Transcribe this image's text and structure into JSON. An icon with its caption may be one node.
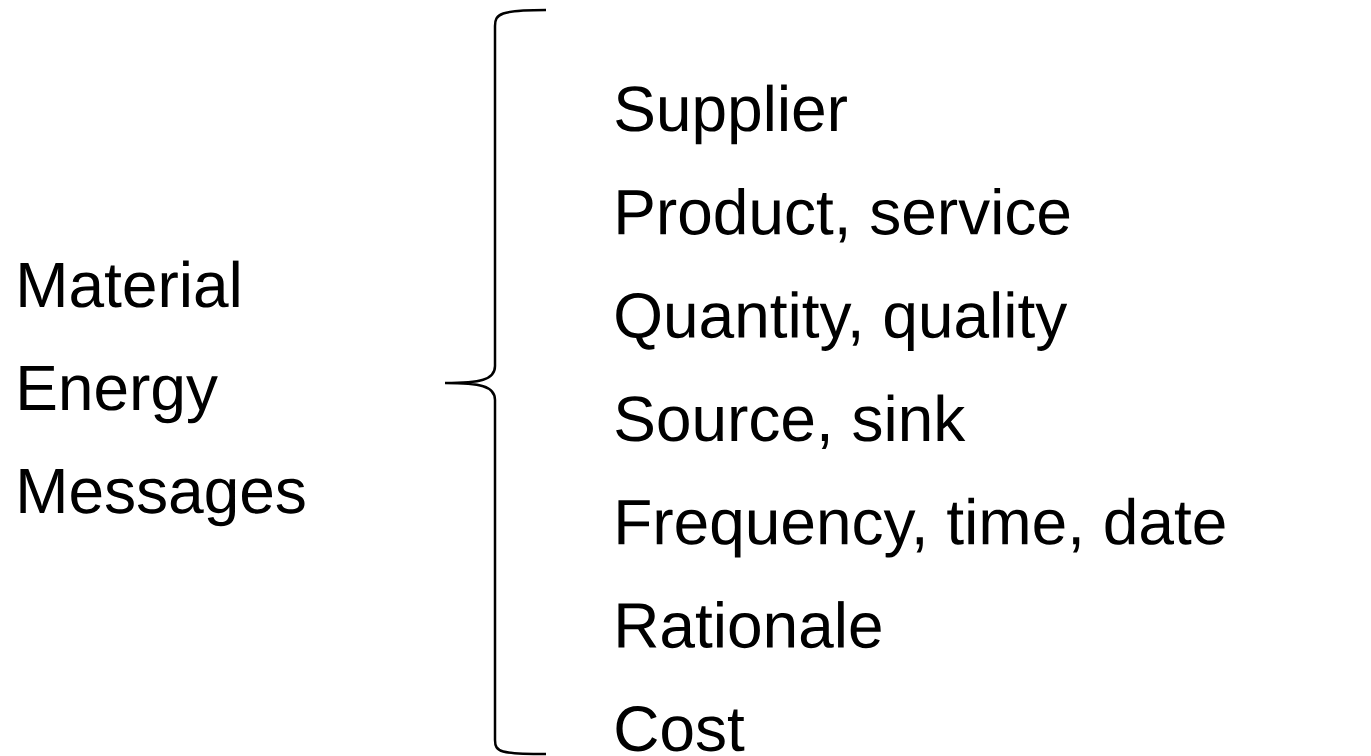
{
  "diagram": {
    "labels": [
      "Material",
      "Energy",
      "Messages",
      "Supplier",
      "Product, service",
      "Quantity, quality",
      "Source, sink",
      "Frequency, time, date",
      "Rationale",
      "Cost"
    ]
  }
}
